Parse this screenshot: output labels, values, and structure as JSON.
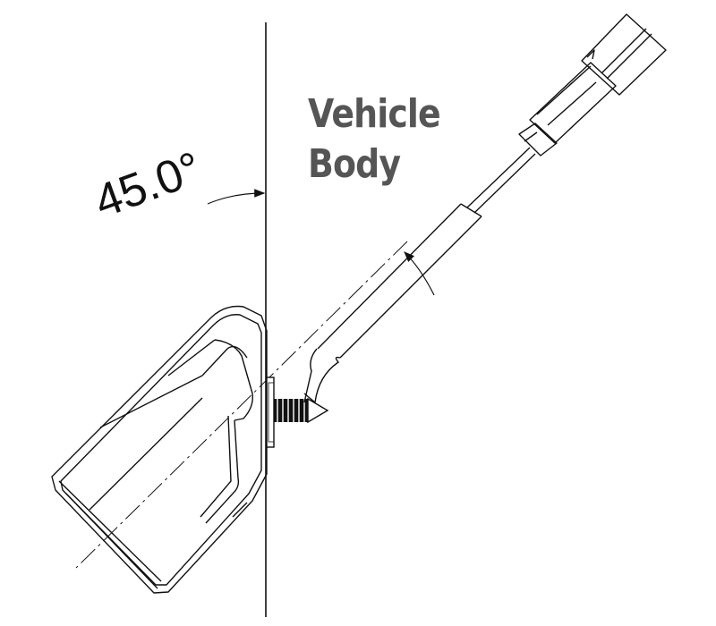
{
  "diagram": {
    "body_label_line1": "Vehicle",
    "body_label_line2": "Body",
    "angle_label": "45.0°"
  },
  "colors": {
    "stroke": "#111111",
    "label": "#555555"
  }
}
